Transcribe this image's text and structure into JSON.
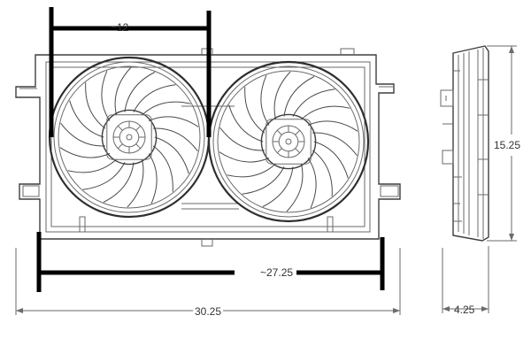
{
  "dimensions": {
    "fan_diameter": "~12",
    "inner_width": "~27.25",
    "overall_width": "30.25",
    "height": "15.25",
    "depth": "4.25"
  },
  "colors": {
    "line": "#3e3e3e",
    "marker": "#000000",
    "background": "#ffffff"
  },
  "icons": {
    "fan": "fan-icon"
  }
}
